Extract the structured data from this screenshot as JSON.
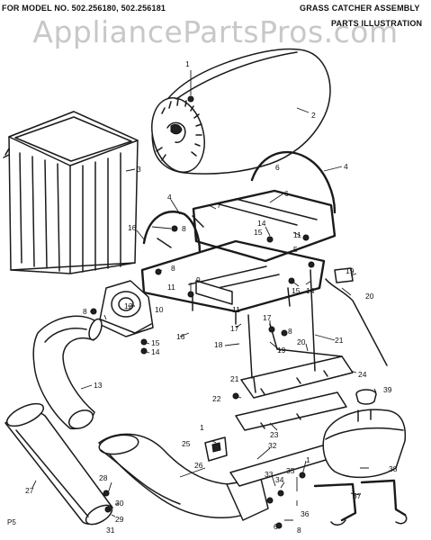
{
  "header": {
    "model_text": "FOR MODEL NO.  502.256180,  502.256181",
    "title_line1": "GRASS CATCHER ASSEMBLY",
    "title_line2": "PARTS ILLUSTRATION"
  },
  "watermark": "AppliancePartsPros.com",
  "page_code": "P5",
  "callouts": [
    {
      "id": "c1a",
      "text": "1"
    },
    {
      "id": "c2",
      "text": "2"
    },
    {
      "id": "c3",
      "text": "3"
    },
    {
      "id": "c4a",
      "text": "4"
    },
    {
      "id": "c4b",
      "text": "4"
    },
    {
      "id": "c5",
      "text": "5"
    },
    {
      "id": "c6a",
      "text": "6"
    },
    {
      "id": "c6b",
      "text": "6"
    },
    {
      "id": "c7",
      "text": "7"
    },
    {
      "id": "c8a",
      "text": "8"
    },
    {
      "id": "c8b",
      "text": "8"
    },
    {
      "id": "c8c",
      "text": "8"
    },
    {
      "id": "c8d",
      "text": "8"
    },
    {
      "id": "c9",
      "text": "9"
    },
    {
      "id": "c10a",
      "text": "10"
    },
    {
      "id": "c11a",
      "text": "11"
    },
    {
      "id": "c11b",
      "text": "11"
    },
    {
      "id": "c11c",
      "text": "11"
    },
    {
      "id": "c12",
      "text": "12"
    },
    {
      "id": "c13",
      "text": "13"
    },
    {
      "id": "c14a",
      "text": "14"
    },
    {
      "id": "c14b",
      "text": "14"
    },
    {
      "id": "c14c",
      "text": "14"
    },
    {
      "id": "c15a",
      "text": "15"
    },
    {
      "id": "c15b",
      "text": "15"
    },
    {
      "id": "c15c",
      "text": "15"
    },
    {
      "id": "c16a",
      "text": "16"
    },
    {
      "id": "c16b",
      "text": "16"
    },
    {
      "id": "c17a",
      "text": "17"
    },
    {
      "id": "c17b",
      "text": "17"
    },
    {
      "id": "c18",
      "text": "18"
    },
    {
      "id": "c19a",
      "text": "19"
    },
    {
      "id": "c19b",
      "text": "19"
    },
    {
      "id": "c20a",
      "text": "20"
    },
    {
      "id": "c20b",
      "text": "20"
    },
    {
      "id": "c21a",
      "text": "21"
    },
    {
      "id": "c21b",
      "text": "21"
    },
    {
      "id": "c22",
      "text": "22"
    },
    {
      "id": "c23",
      "text": "23"
    },
    {
      "id": "c24",
      "text": "24"
    },
    {
      "id": "c25",
      "text": "25"
    },
    {
      "id": "c26",
      "text": "26"
    },
    {
      "id": "c27",
      "text": "27"
    },
    {
      "id": "c28",
      "text": "28"
    },
    {
      "id": "c29",
      "text": "29"
    },
    {
      "id": "c30",
      "text": "30"
    },
    {
      "id": "c31",
      "text": "31"
    },
    {
      "id": "c32",
      "text": "32"
    },
    {
      "id": "c33",
      "text": "33"
    },
    {
      "id": "c34",
      "text": "34"
    },
    {
      "id": "c35",
      "text": "35"
    },
    {
      "id": "c36",
      "text": "36"
    },
    {
      "id": "c37",
      "text": "37"
    },
    {
      "id": "c38",
      "text": "38"
    },
    {
      "id": "c39",
      "text": "39"
    },
    {
      "id": "c1b",
      "text": "1"
    },
    {
      "id": "c1c",
      "text": "1"
    },
    {
      "id": "c6c",
      "text": "6"
    },
    {
      "id": "c8e",
      "text": "8"
    }
  ]
}
